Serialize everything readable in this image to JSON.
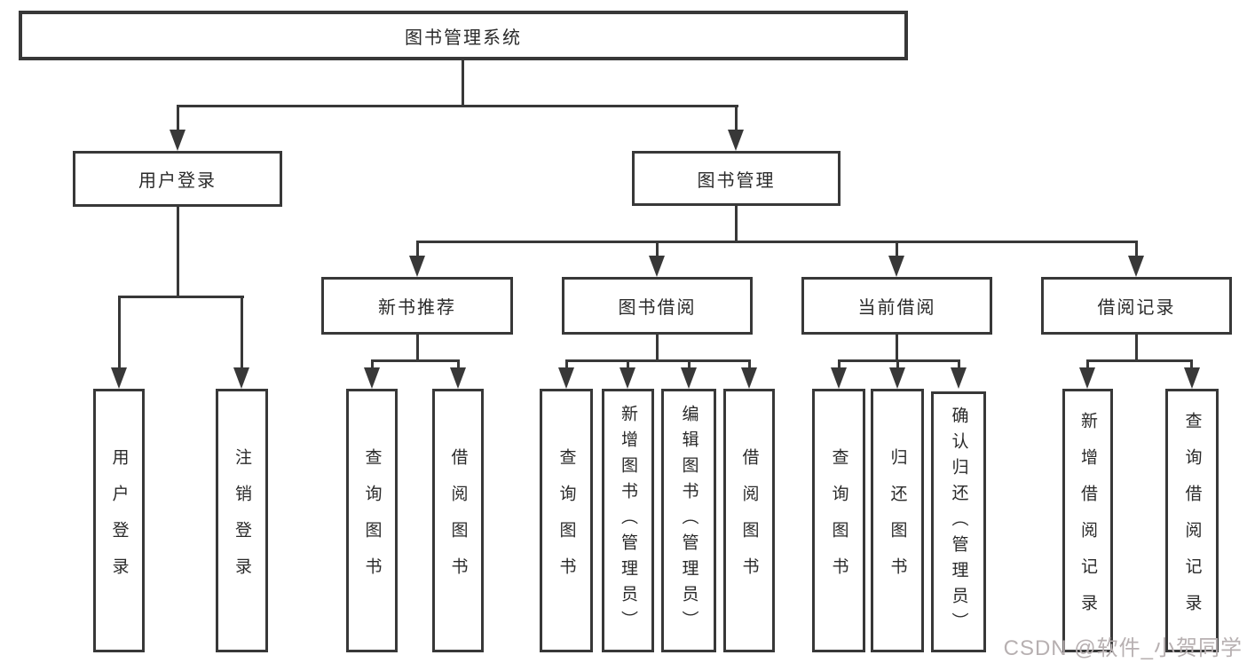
{
  "tree": {
    "label": "图书管理系统",
    "children": [
      {
        "label": "用户登录",
        "children": [
          {
            "label": "用户登录"
          },
          {
            "label": "注销登录"
          }
        ]
      },
      {
        "label": "图书管理",
        "children": [
          {
            "label": "新书推荐",
            "children": [
              {
                "label": "查询图书"
              },
              {
                "label": "借阅图书"
              }
            ]
          },
          {
            "label": "图书借阅",
            "children": [
              {
                "label": "查询图书"
              },
              {
                "label": "新增图书（管理员）"
              },
              {
                "label": "编辑图书（管理员）"
              },
              {
                "label": "借阅图书"
              }
            ]
          },
          {
            "label": "当前借阅",
            "children": [
              {
                "label": "查询图书"
              },
              {
                "label": "归还图书"
              },
              {
                "label": "确认归还（管理员）"
              }
            ]
          },
          {
            "label": "借阅记录",
            "children": [
              {
                "label": "新增借阅记录"
              },
              {
                "label": "查询借阅记录"
              }
            ]
          }
        ]
      }
    ]
  },
  "watermark": {
    "text": "CSDN @软件_小贺同学"
  },
  "colors": {
    "line": "#383838",
    "box_border": "#383838",
    "text": "#2a2a2a",
    "watermark": "#b7b0b1",
    "background": "#ffffff"
  }
}
